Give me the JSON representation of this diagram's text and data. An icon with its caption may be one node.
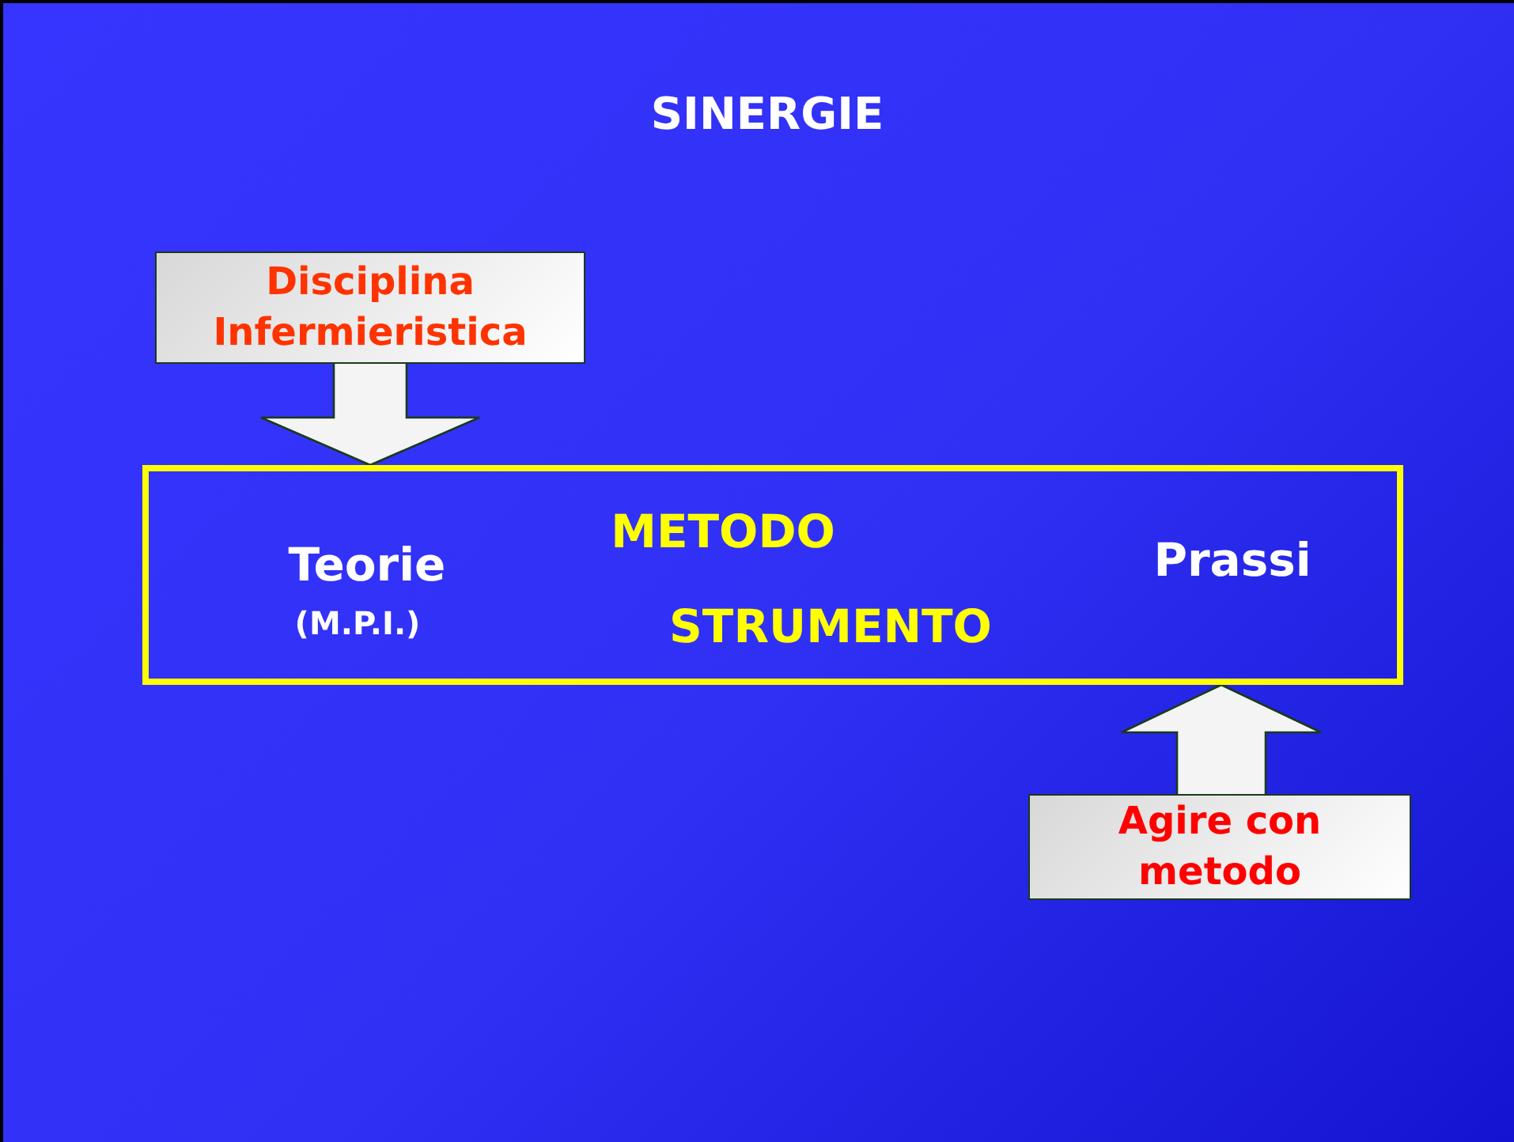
{
  "diagram": {
    "title": "SINERGIE",
    "nodes": [
      {
        "text": [
          "Disciplina Infermieristica"
        ]
      },
      {
        "text": [
          "Teorie",
          "(M.P.I.)",
          "METODO",
          "STRUMENTO",
          "Prassi"
        ]
      },
      {
        "text": [
          "Agire con metodo"
        ]
      }
    ],
    "edges": [
      {
        "from": 0,
        "to": 1,
        "arrow": "to"
      },
      {
        "from": 2,
        "to": 1,
        "arrow": "to"
      }
    ]
  }
}
